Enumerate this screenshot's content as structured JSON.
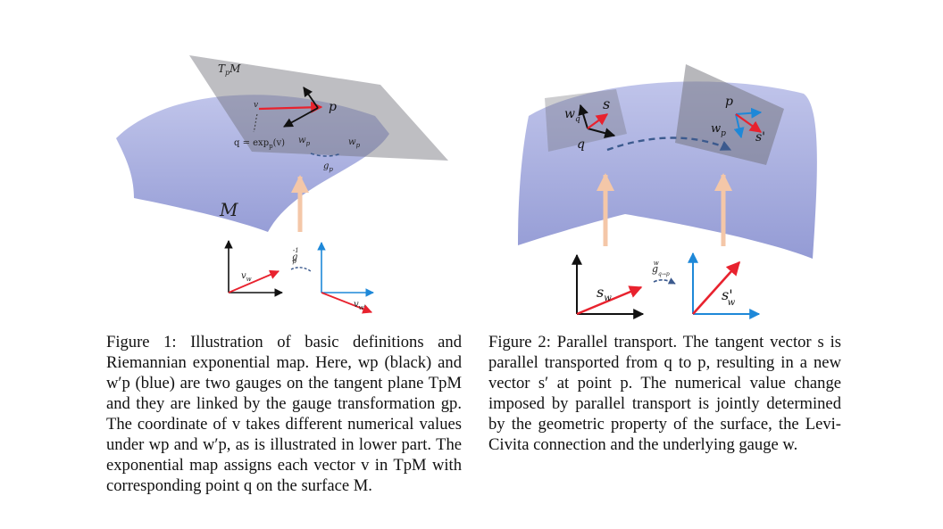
{
  "figure1": {
    "labels": {
      "tangent_plane": "T",
      "tangent_plane_sub": "p",
      "tangent_plane_suffix": "M",
      "vector_v": "v",
      "point_p": "p",
      "point_q": "q = exp",
      "point_q_sub": "p",
      "point_q_suffix": "(v)",
      "gauge_w": "w",
      "gauge_w_sub": "p",
      "gauge_w_prime": "w",
      "gauge_w_prime_sub": "p",
      "gauge_transform": "g",
      "gauge_transform_sub": "p",
      "manifold": "M",
      "inverse_transform": "g",
      "inverse_transform_sub": "p",
      "inverse_transform_sup": "-1",
      "coord_left": "v",
      "coord_left_sub": "w",
      "coord_right": "v",
      "coord_right_sub": "w'"
    },
    "caption": "Figure 1: Illustration of basic definitions and Riemannian exponential map. Here, wp (black) and w′p (blue) are two gauges on the tangent plane TpM and they are linked by the gauge transformation gp. The coordinate of v takes different numerical values under wp and w′p, as is illustrated in lower part. The exponential map assigns each vector v in TpM with corresponding point q on the surface M."
  },
  "figure2": {
    "labels": {
      "gauge_wq": "w",
      "gauge_wq_sub": "q",
      "vector_s": "s",
      "point_q": "q",
      "point_p": "p",
      "gauge_wp": "w",
      "gauge_wp_sub": "p",
      "vector_s_prime": "s'",
      "coord_left": "s",
      "coord_left_sub": "w",
      "transport": "g",
      "transport_sub": "q→p",
      "transport_sup": "w",
      "coord_right": "s'",
      "coord_right_sub": "w"
    },
    "caption": "Figure 2: Parallel transport. The tangent vector s is parallel transported from q to p, resulting in a new vector s′ at point p. The numerical value change imposed by parallel transport is jointly determined by the geometric property of the surface, the Levi-Civita connection and the underlying gauge w."
  },
  "colors": {
    "surface": "#8f97d4",
    "plane": "#6f6f78",
    "vector_red": "#e8222e",
    "gauge_blue": "#1e88d8",
    "arrow_peach": "#f4c7a8",
    "dashed_blue": "#3c5a8e"
  }
}
